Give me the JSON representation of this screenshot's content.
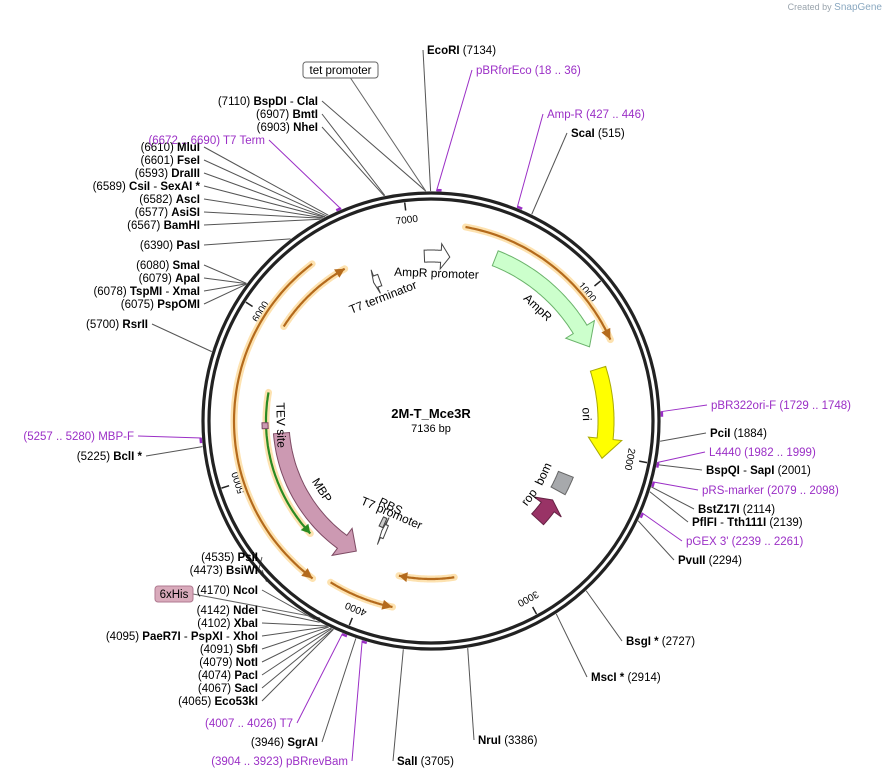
{
  "watermark": {
    "prefix": "Created by",
    "brand": "SnapGene"
  },
  "plasmid": {
    "name": "2M-T_Mce3R",
    "size_label": "7136 bp",
    "length": 7136
  },
  "ticks": [
    1000,
    2000,
    3000,
    4000,
    5000,
    6000,
    7000
  ],
  "features": [
    {
      "name": "AmpR",
      "start": 427,
      "end": 1287,
      "strand": 1,
      "color": "#ccffcc",
      "stroke": "#6bb36b"
    },
    {
      "name": "ori",
      "start": 1440,
      "end": 2028,
      "strand": 1,
      "color": "#ffff00",
      "stroke": "#aaaa00"
    },
    {
      "name": "bom",
      "start": 2212,
      "end": 2355,
      "strand": 0,
      "color": "#a7a9ac",
      "stroke": "#666666"
    },
    {
      "name": "rop",
      "start": 2438,
      "end": 2630,
      "strand": -1,
      "color": "#993366",
      "stroke": "#662244"
    },
    {
      "name": "T7 promoter",
      "start": 4007,
      "end": 4026,
      "strand": 1,
      "color": "#ffffff",
      "stroke": "#444444"
    },
    {
      "name": "RBS",
      "start": 4050,
      "end": 4072,
      "strand": 0,
      "color": "#cccccc",
      "stroke": "#444444"
    },
    {
      "name": "MBP",
      "start": 4160,
      "end": 5260,
      "strand": -1,
      "color": "#cc99b2",
      "stroke": "#7d4a63"
    },
    {
      "name": "TEV site",
      "start": 5300,
      "end": 5320,
      "strand": 0,
      "color": "#cc99b2",
      "stroke": "#7d4a63"
    },
    {
      "name": "T7 terminator",
      "start": 6690,
      "end": 6740,
      "strand": -1,
      "color": "#ffffff",
      "stroke": "#444444"
    },
    {
      "name": "AmpR promoter",
      "start": 7090,
      "end": 130,
      "strand": 1,
      "color": "#ffffff",
      "stroke": "#444444"
    }
  ],
  "orfs": [
    {
      "start": 200,
      "end": 1300,
      "strand": 1
    },
    {
      "start": 3400,
      "end": 3800,
      "strand": 1
    },
    {
      "start": 3800,
      "end": 4200,
      "strand": -1
    },
    {
      "start": 4300,
      "end": 6400,
      "strand": -1
    },
    {
      "start": 6000,
      "end": 6550,
      "strand": 1
    },
    {
      "start": 4500,
      "end": 5550,
      "strand": -1
    }
  ],
  "sites": [
    {
      "pos": 7134,
      "name": "EcoRI",
      "num": "(7134)"
    },
    {
      "pos": 7110,
      "name": "BspDI",
      "suffix": "ClaI",
      "num": "(7110)"
    },
    {
      "pos": 6907,
      "name": "BmtI",
      "num": "(6907)"
    },
    {
      "pos": 6903,
      "name": "NheI",
      "num": "(6903)"
    },
    {
      "pos": 6610,
      "name": "MluI",
      "num": "(6610)"
    },
    {
      "pos": 6601,
      "name": "FseI",
      "num": "(6601)"
    },
    {
      "pos": 6593,
      "name": "DraIII",
      "num": "(6593)"
    },
    {
      "pos": 6589,
      "name": "CsiI",
      "suffix": "SexAI *",
      "num": "(6589)"
    },
    {
      "pos": 6582,
      "name": "AscI",
      "num": "(6582)"
    },
    {
      "pos": 6577,
      "name": "AsiSI",
      "num": "(6577)"
    },
    {
      "pos": 6567,
      "name": "BamHI",
      "num": "(6567)"
    },
    {
      "pos": 6390,
      "name": "PasI",
      "num": "(6390)"
    },
    {
      "pos": 6080,
      "name": "SmaI",
      "num": "(6080)"
    },
    {
      "pos": 6079,
      "name": "ApaI",
      "num": "(6079)"
    },
    {
      "pos": 6078,
      "name": "TspMI",
      "suffix": "XmaI",
      "num": "(6078)"
    },
    {
      "pos": 6075,
      "name": "PspOMI",
      "num": "(6075)"
    },
    {
      "pos": 5700,
      "name": "RsrII",
      "num": "(5700)"
    },
    {
      "pos": 5225,
      "name": "BclI *",
      "num": "(5225)"
    },
    {
      "pos": 4535,
      "name": "PsiI",
      "num": "(4535)"
    },
    {
      "pos": 4473,
      "name": "BsiWI",
      "num": "(4473)"
    },
    {
      "pos": 4170,
      "name": "NcoI",
      "num": "(4170)"
    },
    {
      "pos": 4142,
      "name": "NdeI",
      "num": "(4142)"
    },
    {
      "pos": 4102,
      "name": "XbaI",
      "num": "(4102)"
    },
    {
      "pos": 4095,
      "name": "PaeR7I",
      "suffix": "PspXI",
      "suffix2": "XhoI",
      "num": "(4095)"
    },
    {
      "pos": 4091,
      "name": "SbfI",
      "num": "(4091)"
    },
    {
      "pos": 4079,
      "name": "NotI",
      "num": "(4079)"
    },
    {
      "pos": 4074,
      "name": "PacI",
      "num": "(4074)"
    },
    {
      "pos": 4067,
      "name": "SacI",
      "num": "(4067)"
    },
    {
      "pos": 4065,
      "name": "Eco53kI",
      "num": "(4065)"
    },
    {
      "pos": 3946,
      "name": "SgrAI",
      "num": "(3946)"
    },
    {
      "pos": 3705,
      "name": "SalI",
      "num": "(3705)"
    },
    {
      "pos": 3386,
      "name": "NruI",
      "num": "(3386)"
    },
    {
      "pos": 2914,
      "name": "MscI *",
      "num": "(2914)"
    },
    {
      "pos": 2727,
      "name": "BsgI *",
      "num": "(2727)"
    },
    {
      "pos": 2294,
      "name": "PvuII",
      "num": "(2294)"
    },
    {
      "pos": 2139,
      "name": "PflFI",
      "suffix": "Tth111I",
      "num": "(2139)"
    },
    {
      "pos": 2114,
      "name": "BstZ17I",
      "num": "(2114)"
    },
    {
      "pos": 2001,
      "name": "BspQI",
      "suffix": "SapI",
      "num": "(2001)"
    },
    {
      "pos": 1884,
      "name": "PciI",
      "num": "(1884)"
    },
    {
      "pos": 515,
      "name": "ScaI",
      "num": "(515)"
    }
  ],
  "primers": [
    {
      "name": "pBRforEco",
      "range": "(18 .. 36)",
      "pos": 27
    },
    {
      "name": "Amp-R",
      "range": "(427 .. 446)",
      "pos": 436
    },
    {
      "name": "pBR322ori-F",
      "range": "(1729 .. 1748)",
      "pos": 1738
    },
    {
      "name": "L4440",
      "range": "(1982 .. 1999)",
      "pos": 1990
    },
    {
      "name": "pRS-marker",
      "range": "(2079 .. 2098)",
      "pos": 2088
    },
    {
      "name": "pGEX 3'",
      "range": "(2239 .. 2261)",
      "pos": 2250
    },
    {
      "name": "pBRrevBam",
      "range": "(3904 .. 3923)",
      "pos": 3913
    },
    {
      "name": "T7",
      "range": "(4007 .. 4026)",
      "pos": 4016
    },
    {
      "name": "MBP-F",
      "range": "(5257 .. 5280)",
      "pos": 5268
    },
    {
      "name": "T7 Term",
      "range": "(6672 .. 6690)",
      "pos": 6681
    }
  ],
  "callouts": [
    {
      "name": "tet promoter",
      "style": "box"
    },
    {
      "name": "6xHis",
      "style": "filled"
    }
  ],
  "colors": {
    "primer": "#9b2fc6",
    "site_text": "#000000",
    "orf": "#f5b24a",
    "orf_dark": "#2a8a22"
  }
}
